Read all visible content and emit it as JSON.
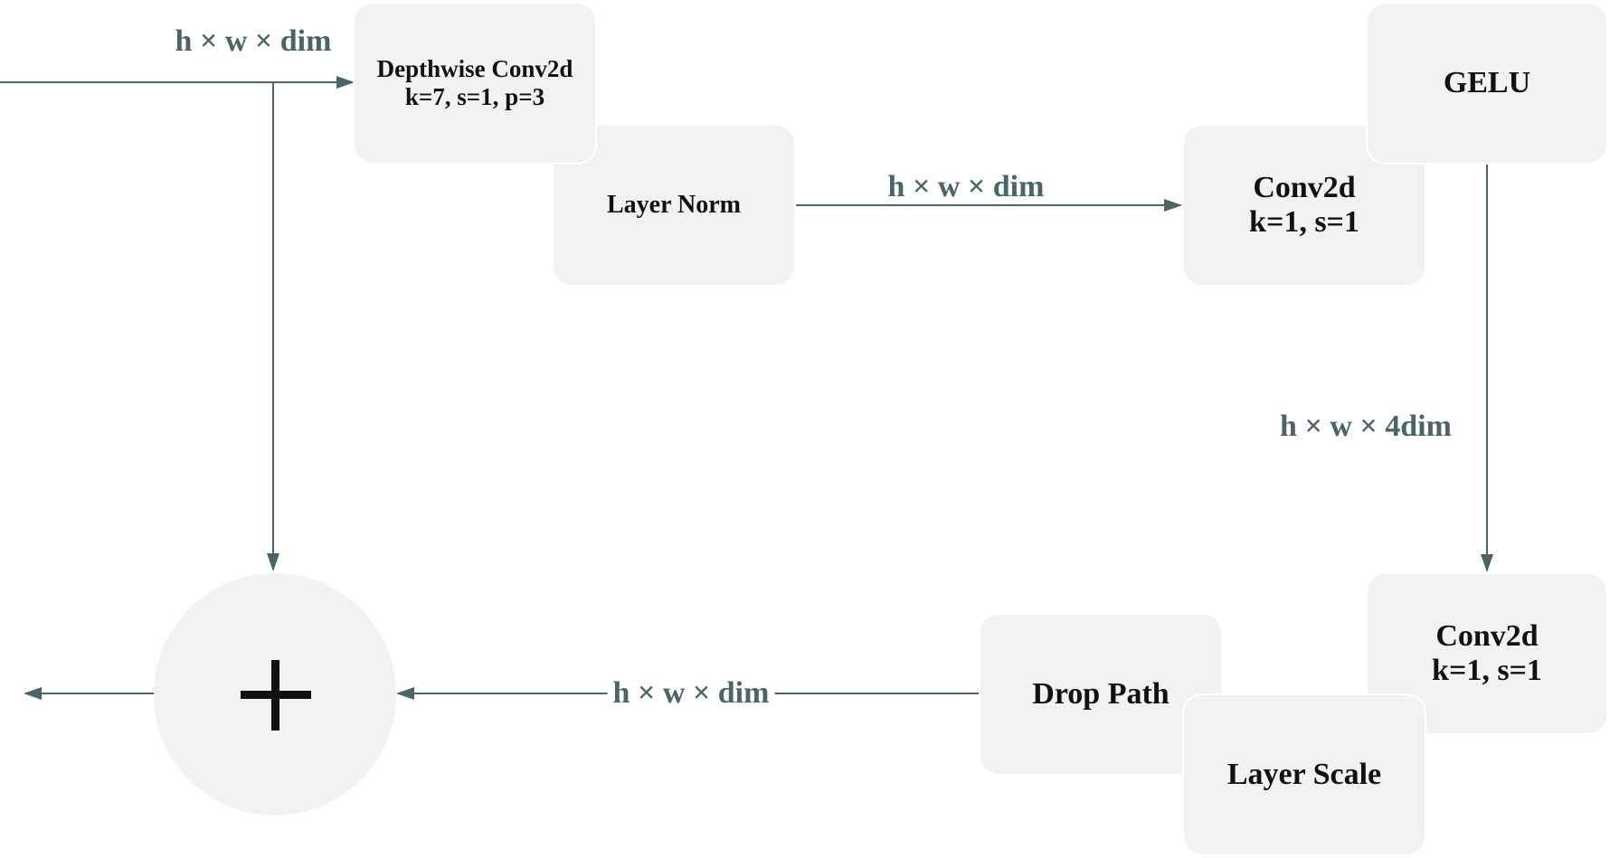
{
  "diagram": {
    "nodes": {
      "depthwise": {
        "line1": "Depthwise Conv2d",
        "line2": "k=7, s=1, p=3"
      },
      "layer_norm": {
        "line1": "Layer Norm"
      },
      "conv1": {
        "line1": "Conv2d",
        "line2": "k=1, s=1"
      },
      "gelu": {
        "line1": "GELU"
      },
      "conv2": {
        "line1": "Conv2d",
        "line2": "k=1, s=1"
      },
      "layer_scale": {
        "line1": "Layer Scale"
      },
      "drop_path": {
        "line1": "Drop Path"
      },
      "add": {
        "symbol": "plus-icon"
      }
    },
    "edge_labels": {
      "input": "h × w × dim",
      "norm_to_conv": "h × w × dim",
      "gelu_to_conv": "h × w × 4dim",
      "drop_to_add": "h × w × dim"
    },
    "colors": {
      "arrow": "#4a6468",
      "node_fill": "#f2f2f2",
      "label": "#4a6468"
    }
  }
}
